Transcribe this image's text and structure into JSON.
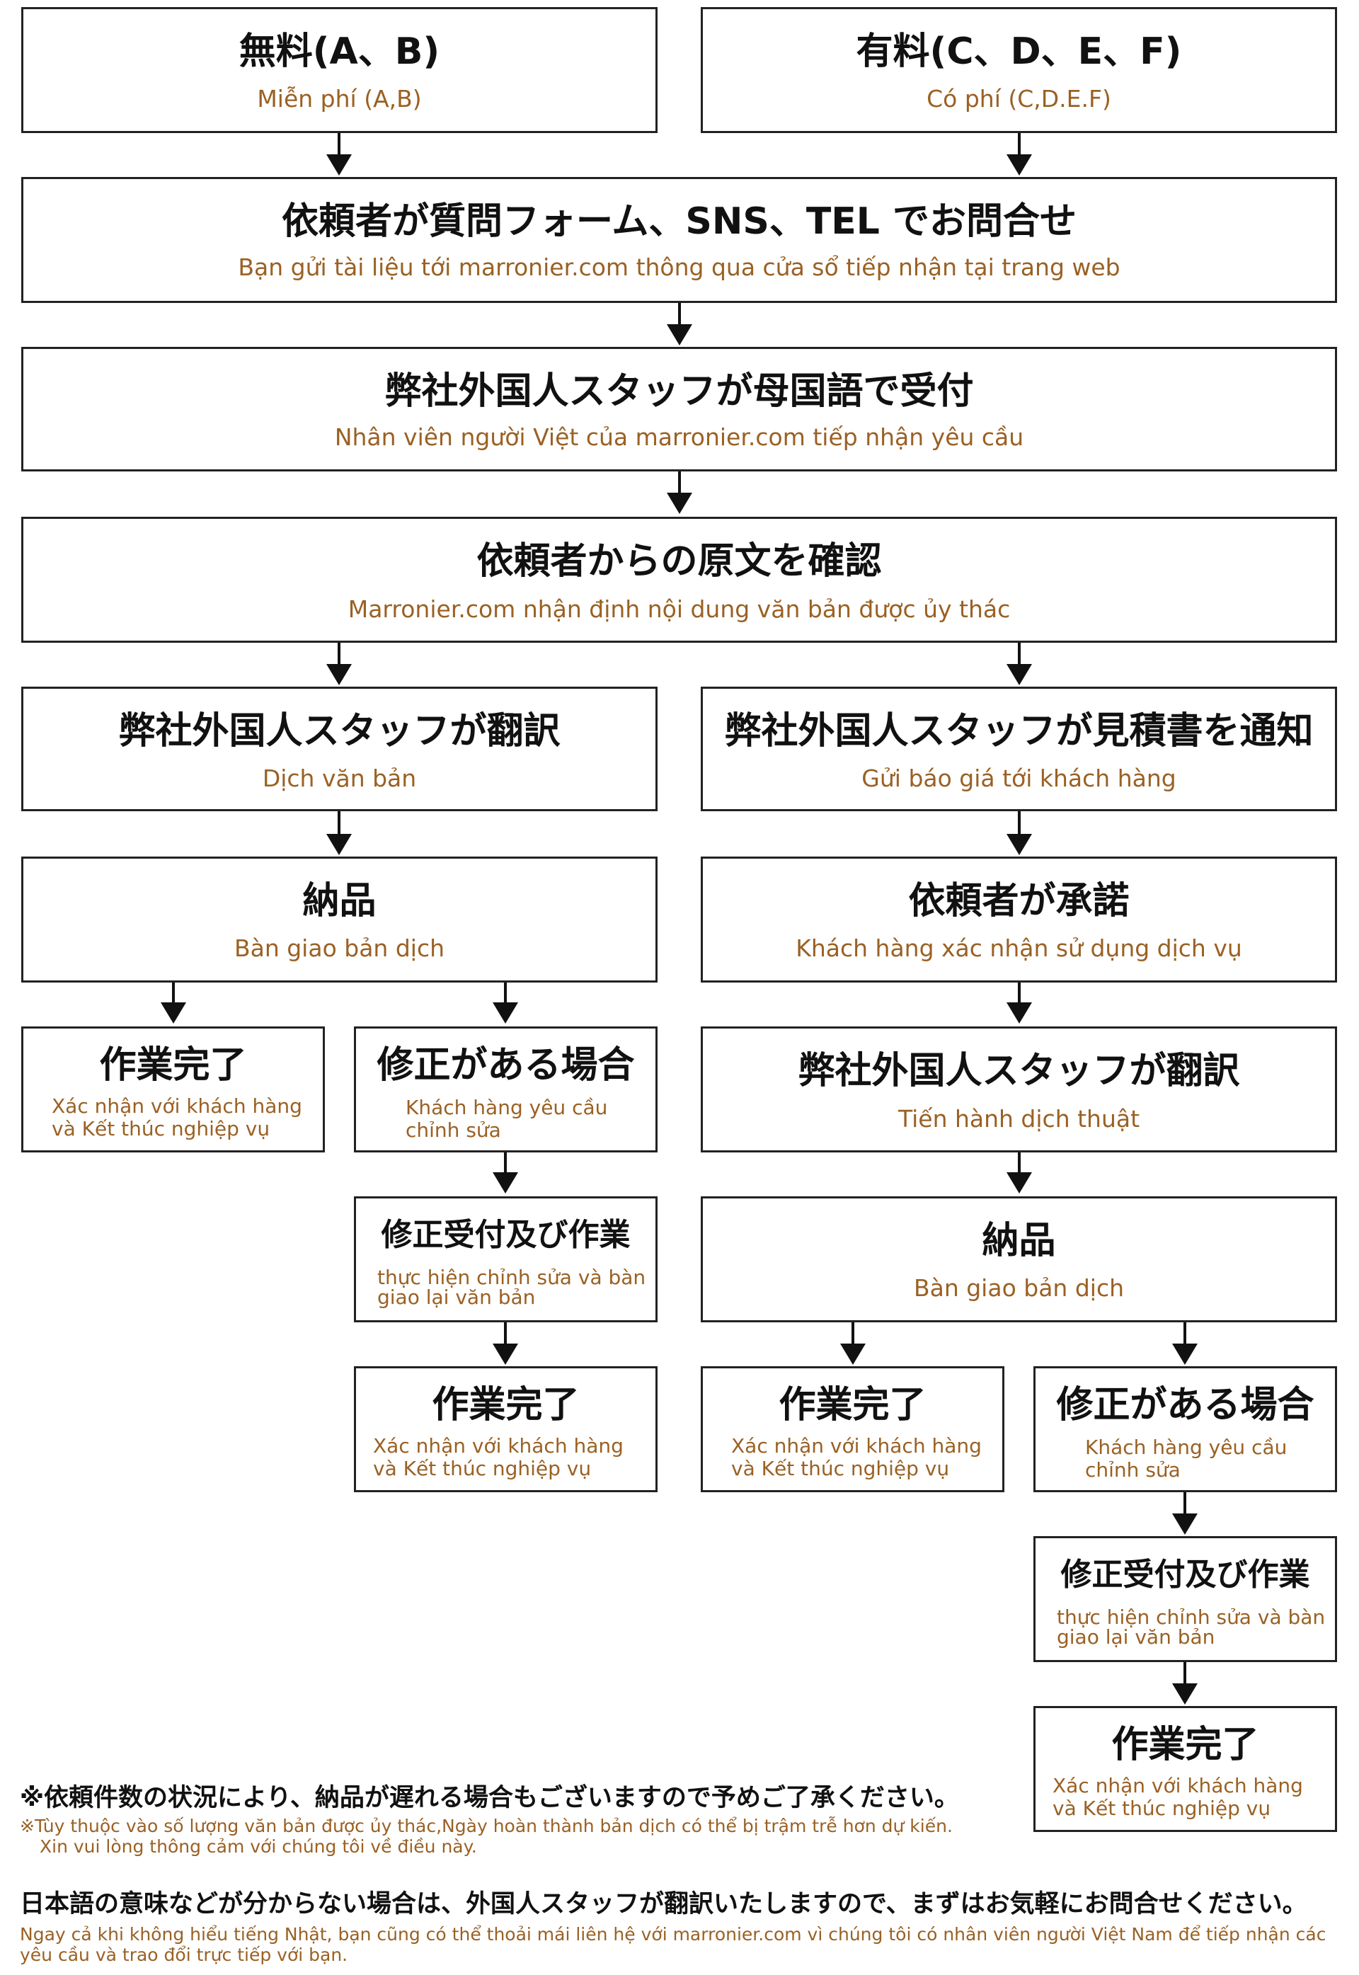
{
  "flowchart": {
    "free_header": {
      "ja": "無料(A、B)",
      "vi": "Miễn phí (A,B)"
    },
    "paid_header": {
      "ja": "有料(C、D、E、F)",
      "vi": "Có phí (C,D.E.F)"
    },
    "inquiry": {
      "ja": "依頼者が質問フォーム、SNS、TEL でお問合せ",
      "vi": "Bạn gửi tài liệu tới marronier.com thông qua cửa sổ tiếp nhận tại trang web"
    },
    "reception": {
      "ja": "弊社外国人スタッフが母国語で受付",
      "vi": "Nhân viên người Việt của marronier.com tiếp nhận yêu cầu"
    },
    "check_original": {
      "ja": "依頼者からの原文を確認",
      "vi": "Marronier.com nhận định nội dung văn bản được ủy thác"
    },
    "free_path": {
      "translate": {
        "ja": "弊社外国人スタッフが翻訳",
        "vi": "Dịch văn bản"
      },
      "delivery": {
        "ja": "納品",
        "vi": "Bàn giao bản dịch"
      },
      "complete": {
        "ja": "作業完了",
        "vi_line1": "Xác nhận với khách hàng",
        "vi_line2": "và Kết thúc nghiệp vụ"
      },
      "revision": {
        "ja": "修正がある場合",
        "vi_line1": "Khách hàng yêu cầu",
        "vi_line2": "chỉnh sửa"
      },
      "revision_work": {
        "ja": "修正受付及び作業",
        "vi_line1": "thực hiện chỉnh sửa và bàn",
        "vi_line2": "giao lại văn bản"
      },
      "revision_complete": {
        "ja": "作業完了",
        "vi_line1": "Xác nhận với khách hàng",
        "vi_line2": "và Kết thúc nghiệp vụ"
      }
    },
    "paid_path": {
      "estimate": {
        "ja": "弊社外国人スタッフが見積書を通知",
        "vi": "Gửi báo giá tới khách hàng"
      },
      "approval": {
        "ja": "依頼者が承諾",
        "vi": "Khách hàng xác nhận sử dụng dịch vụ"
      },
      "translate": {
        "ja": "弊社外国人スタッフが翻訳",
        "vi": "Tiến hành dịch thuật"
      },
      "delivery": {
        "ja": "納品",
        "vi": "Bàn giao bản dịch"
      },
      "complete": {
        "ja": "作業完了",
        "vi_line1": "Xác nhận với khách hàng",
        "vi_line2": "và Kết thúc nghiệp vụ"
      },
      "revision": {
        "ja": "修正がある場合",
        "vi_line1": "Khách hàng yêu cầu",
        "vi_line2": "chỉnh sửa"
      },
      "revision_work": {
        "ja": "修正受付及び作業",
        "vi_line1": "thực hiện chỉnh sửa và bàn",
        "vi_line2": "giao lại văn bản"
      },
      "revision_complete": {
        "ja": "作業完了",
        "vi_line1": "Xác nhận với khách hàng",
        "vi_line2": "và Kết thúc nghiệp vụ"
      }
    }
  },
  "notes": {
    "delay_ja": "※依頼件数の状況により、納品が遅れる場合もございますので予めご了承ください。",
    "delay_vi_line1": "※Tùy thuộc vào số lượng văn bản được ủy thác,Ngày hoàn thành bản dịch có thể bị trậm trễ hơn dự kiến.",
    "delay_vi_line2": "Xin vui lòng thông cảm với chúng tôi về điều này.",
    "contact_ja": "日本語の意味などが分からない場合は、外国人スタッフが翻訳いたしますので、まずはお気軽にお問合せください。",
    "contact_vi": "Ngay cả khi không hiểu tiếng Nhật, bạn cũng có thể thoải mái liên hệ với marronier.com vì chúng tôi có nhân viên người Việt Nam để tiếp nhận các yêu cầu và trao đổi trực tiếp với bạn."
  }
}
